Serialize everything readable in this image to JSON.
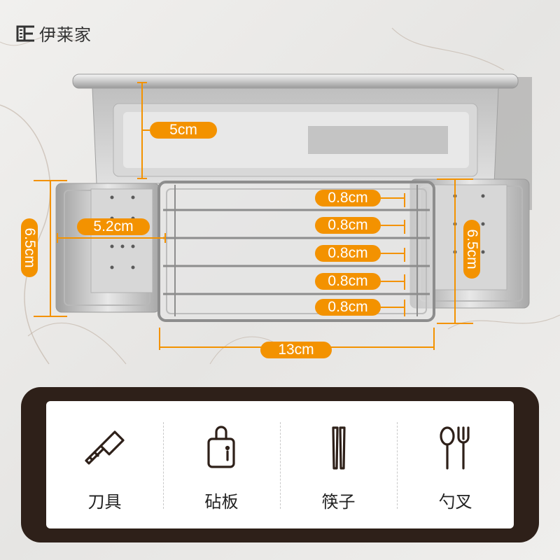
{
  "brand": {
    "name": "伊莱家",
    "logo_icon": "brand-logo-icon"
  },
  "colors": {
    "accent": "#f39200",
    "panel_frame": "#2e2019",
    "panel_bg": "#ffffff"
  },
  "dimensions": {
    "depth": "5cm",
    "left_side_height": "6.5cm",
    "left_side_width": "5.2cm",
    "right_side_height": "6.5cm",
    "front_width": "13cm",
    "bar_spacing": [
      "0.8cm",
      "0.8cm",
      "0.8cm",
      "0.8cm",
      "0.8cm"
    ]
  },
  "usages": [
    {
      "icon": "cleaver-knife-icon",
      "label": "刀具"
    },
    {
      "icon": "cutting-board-icon",
      "label": "砧板"
    },
    {
      "icon": "chopsticks-icon",
      "label": "筷子"
    },
    {
      "icon": "spoon-fork-icon",
      "label": "勺叉"
    }
  ]
}
